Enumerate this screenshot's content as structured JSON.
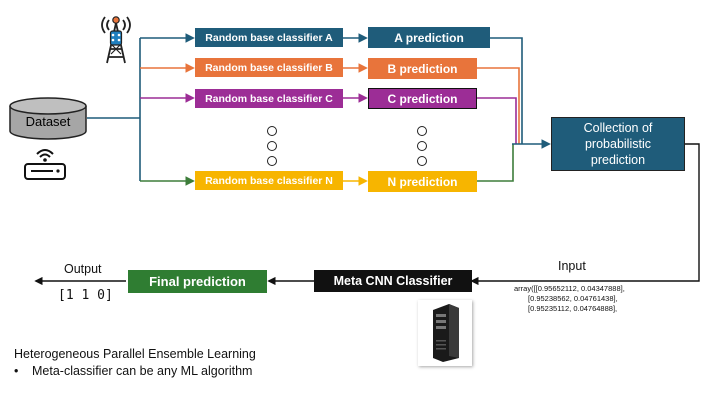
{
  "colors": {
    "teal": "#1f5c7a",
    "orange": "#e8743b",
    "purple": "#9c2d96",
    "yellow": "#f7b500",
    "green_line": "#3d7d3a",
    "green_box": "#2f7d32",
    "black": "#111111",
    "dataset_fill": "#a6a6a6"
  },
  "dataset": {
    "label": "Dataset"
  },
  "icons": {
    "source": "cell-tower-icon",
    "router": "wifi-router-icon",
    "server": "server-tower-icon"
  },
  "classifiers": [
    {
      "id": "a",
      "label": "Random base classifier  A",
      "prediction": "A prediction",
      "color": "#1f5c7a"
    },
    {
      "id": "b",
      "label": "Random base classifier  B",
      "prediction": "B prediction",
      "color": "#e8743b"
    },
    {
      "id": "c",
      "label": "Random base classifier  C",
      "prediction": "C prediction",
      "color": "#9c2d96"
    },
    {
      "id": "n",
      "label": "Random base classifier  N",
      "prediction": "N prediction",
      "color": "#f7b500"
    }
  ],
  "collection": {
    "label": "Collection of probabilistic prediction"
  },
  "meta": {
    "label": "Meta CNN Classifier"
  },
  "final": {
    "label": "Final prediction"
  },
  "input": {
    "label": "Input",
    "array_lines": [
      "array([[0.95652112, 0.04347888],",
      "[0.95238562, 0.04761438],",
      "[0.95235112, 0.04764888],"
    ]
  },
  "output": {
    "label": "Output",
    "value": "[1 1 0]"
  },
  "footer": {
    "title": "Heterogeneous Parallel Ensemble Learning",
    "bullet": "Meta-classifier can be any ML algorithm"
  }
}
